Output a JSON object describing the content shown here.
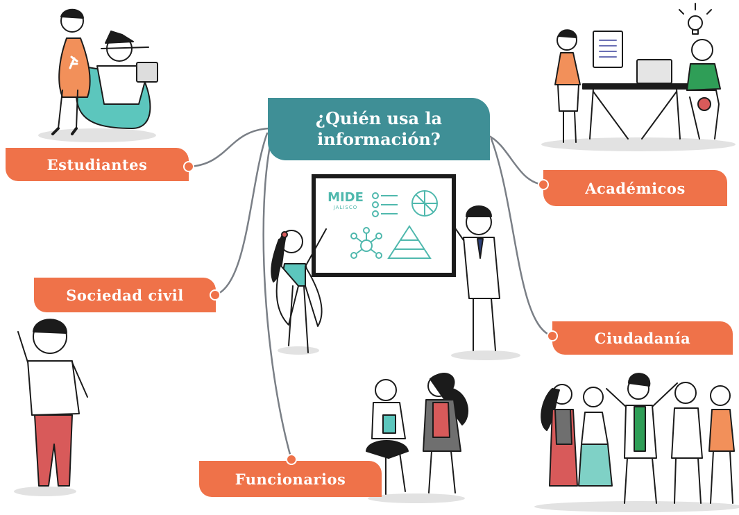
{
  "central_title": [
    "¿Quién usa la",
    "información?"
  ],
  "user_groups": {
    "estudiantes": "Estudiantes",
    "academicos": "Académicos",
    "sociedad_civil": "Sociedad civil",
    "ciudadania": "Ciudadanía",
    "funcionarios": "Funcionarios"
  },
  "board_logo": {
    "name": "MIDE",
    "sub": "JALISCO"
  },
  "icons": [
    "mide-logo-icon",
    "checklist-icon",
    "data-quadrant-icon",
    "process-network-icon",
    "pyramid-icon",
    "lightbulb-icon",
    "document-icon",
    "laptop-icon"
  ],
  "colors": {
    "tag": "#ef7249",
    "title": "#3f8f96",
    "line": "#7a7f86",
    "teal": "#5cc6bd",
    "red": "#d85a5a",
    "orange": "#f2905a"
  }
}
